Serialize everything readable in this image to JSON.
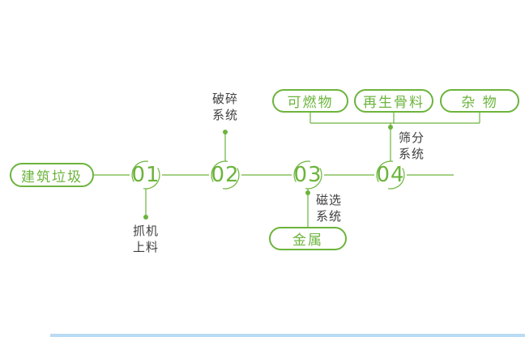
{
  "theme": {
    "accent-green": "#6cb43c",
    "label-dark": "#3f3f3f",
    "bottom-strip-blue": "#b9dbf4"
  },
  "flow": {
    "source": {
      "label": "建筑垃圾"
    },
    "steps": [
      {
        "number": "01",
        "system_label": "抓机\n上料"
      },
      {
        "number": "02",
        "system_label": "破碎\n系统"
      },
      {
        "number": "03",
        "system_label": "磁选\n系统",
        "output": "金属"
      },
      {
        "number": "04",
        "system_label": "筛分\n系统",
        "outputs": [
          "可燃物",
          "再生骨料",
          "杂 物"
        ]
      }
    ]
  }
}
